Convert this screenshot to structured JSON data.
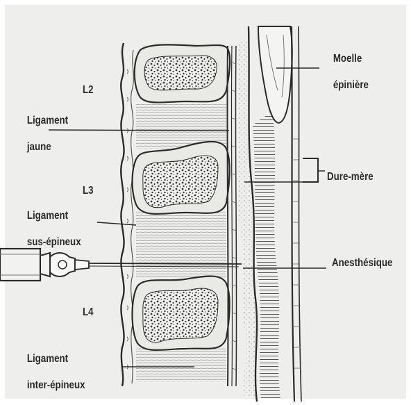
{
  "labels": {
    "moelle_line1": "Moelle",
    "moelle_line2": "épinière",
    "l2": "L2",
    "ligament_jaune_line1": "Ligament",
    "ligament_jaune_line2": "jaune",
    "dure_mere": "Dure-mère",
    "l3": "L3",
    "ligament_sus_line1": "Ligament",
    "ligament_sus_line2": "sus-épineux",
    "anesthesique": "Anesthésique",
    "l4": "L4",
    "ligament_inter_line1": "Ligament",
    "ligament_inter_line2": "inter-épineux"
  },
  "colors": {
    "background": "#eeeeec",
    "ink": "#2b2b2b",
    "bone_fill": "#e9e9e6",
    "spongy": "#3a3a3a"
  }
}
